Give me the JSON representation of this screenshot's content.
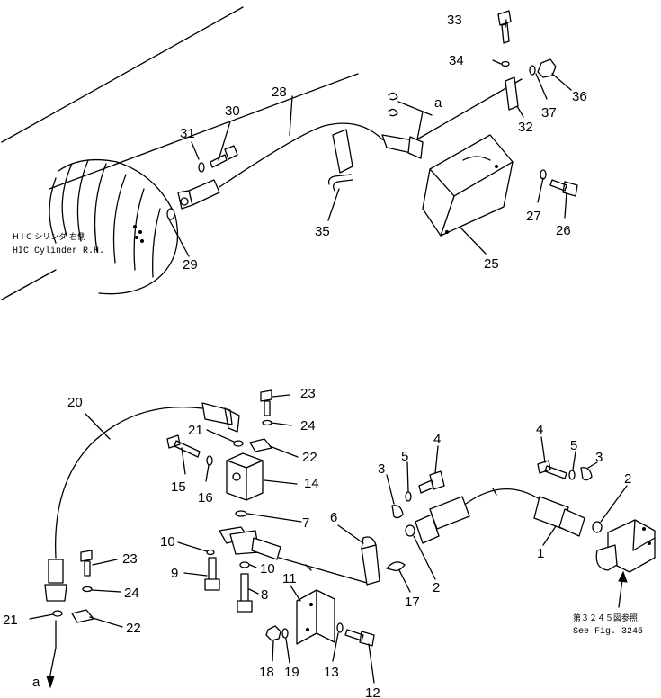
{
  "callouts": {
    "p1": "1",
    "p2a": "2",
    "p2b": "2",
    "p3a": "3",
    "p3b": "3",
    "p4a": "4",
    "p4b": "4",
    "p5a": "5",
    "p5b": "5",
    "p6": "6",
    "p7": "7",
    "p8": "8",
    "p9": "9",
    "p10a": "10",
    "p10b": "10",
    "p11": "11",
    "p12": "12",
    "p13": "13",
    "p14": "14",
    "p15": "15",
    "p16": "16",
    "p17": "17",
    "p18": "18",
    "p19": "19",
    "p20": "20",
    "p21a": "21",
    "p21b": "21",
    "p22a": "22",
    "p22b": "22",
    "p23a": "23",
    "p23b": "23",
    "p24a": "24",
    "p24b": "24",
    "p25": "25",
    "p26": "26",
    "p27": "27",
    "p28": "28",
    "p29": "29",
    "p30": "30",
    "p31": "31",
    "p32": "32",
    "p33": "33",
    "p34": "34",
    "p35": "35",
    "p36": "36",
    "p37": "37",
    "ref_a_top": "a",
    "ref_a_bottom": "a"
  },
  "captions": {
    "cylinder_jp": "H I C シリンダ 右側",
    "cylinder_en": "HIC Cylinder R.H.",
    "see_fig_jp": "第３２４５図参照",
    "see_fig_en": "See Fig. 3245"
  }
}
